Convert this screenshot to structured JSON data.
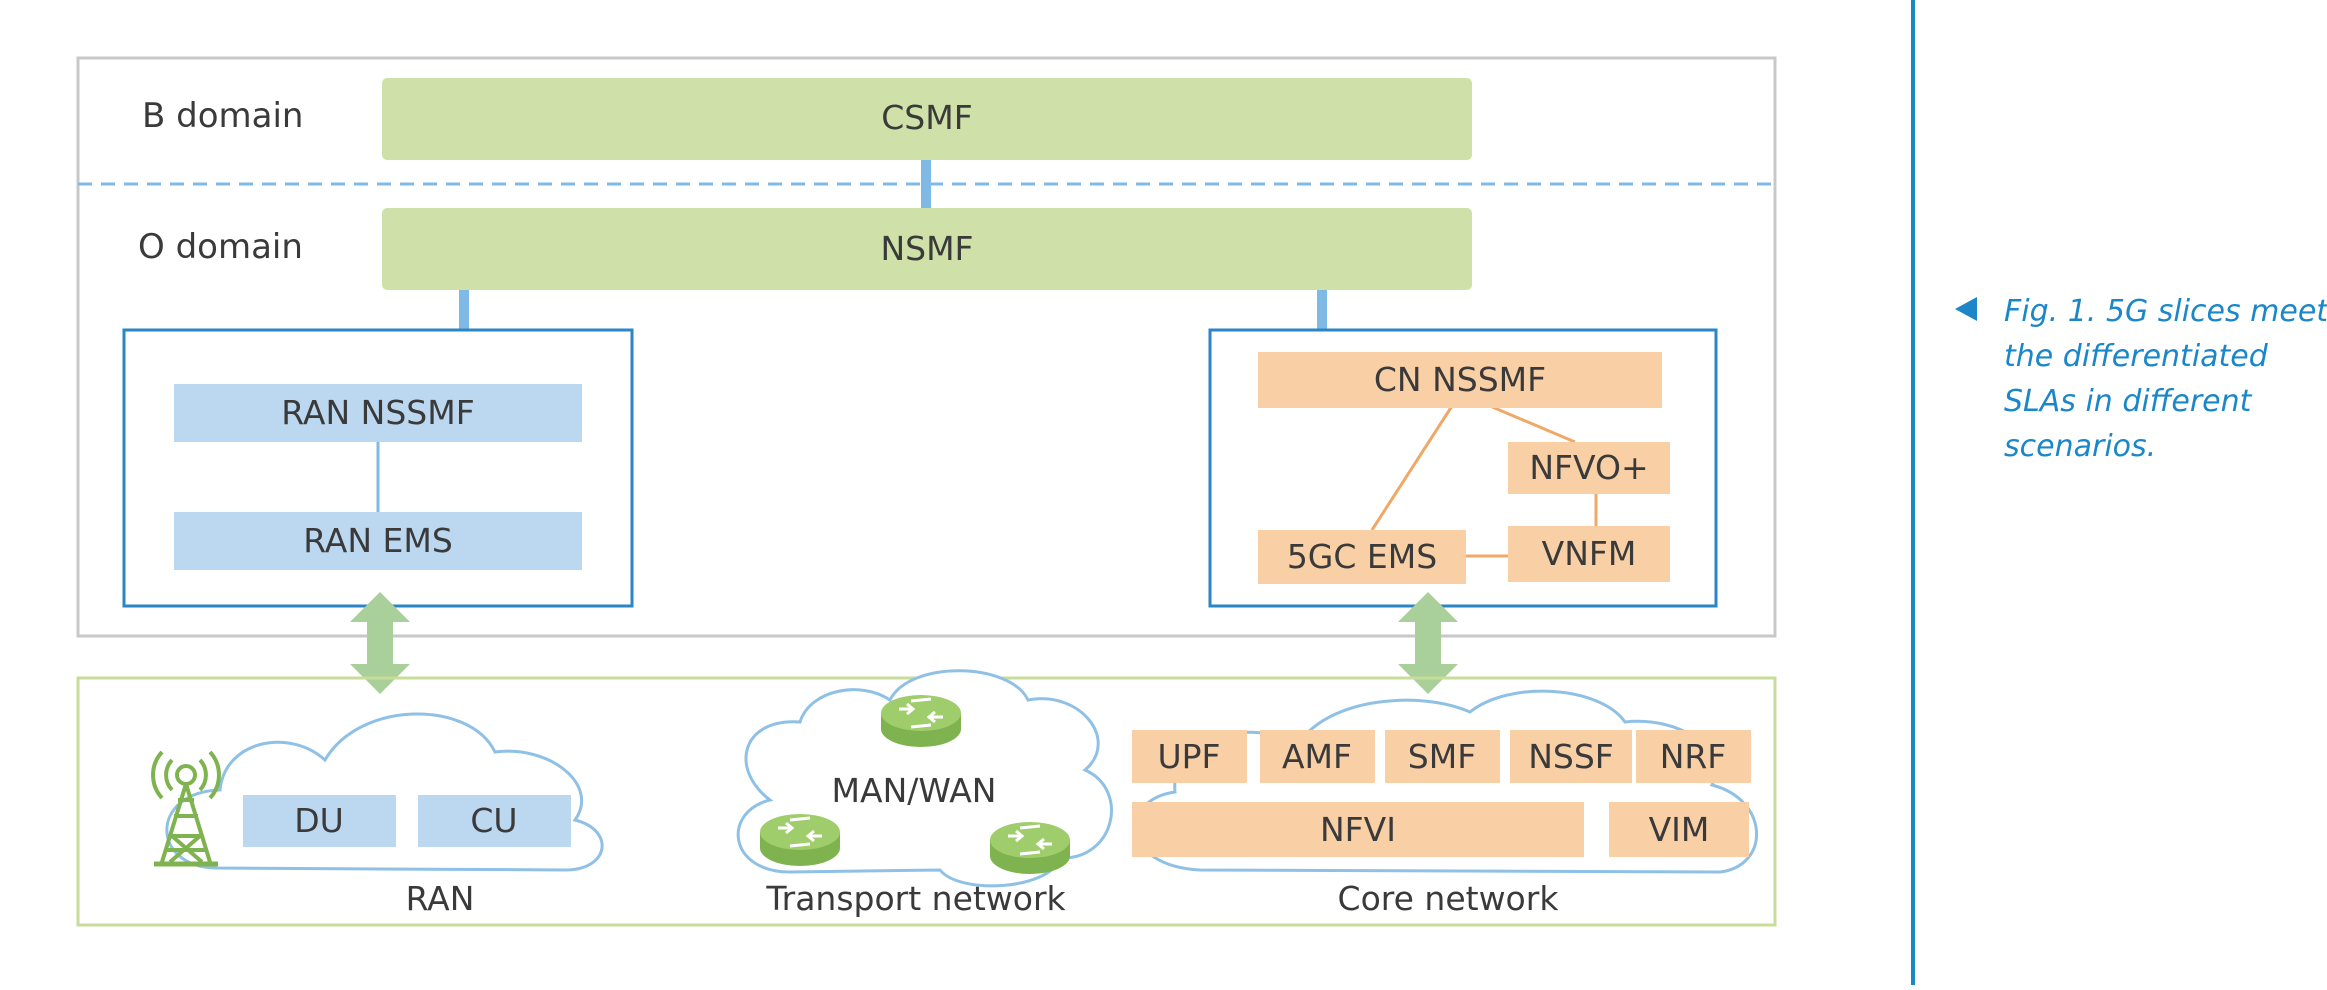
{
  "colors": {
    "green_box": "#cfe1a8",
    "blue_box": "#bcd8f1",
    "orange_box": "#f9cfa6",
    "blue_line": "#2b86c5",
    "light_blue_conn": "#7fb9e6",
    "orange_line": "#f0a867",
    "arrow_green": "#a9d09a",
    "router_green": "#8dc463",
    "caption_blue": "#1b87c8",
    "frame_gray": "#c8c8c8",
    "frame_green": "#c9dd9a"
  },
  "domains": {
    "b_domain": "B domain",
    "o_domain": "O domain"
  },
  "mgmt": {
    "csmf": "CSMF",
    "nsmf": "NSMF"
  },
  "ran_mgmt": {
    "nssmf": "RAN NSSMF",
    "ems": "RAN EMS"
  },
  "cn_mgmt": {
    "nssmf": "CN NSSMF",
    "nfvo": "NFVO+",
    "vnfm": "VNFM",
    "ems": "5GC EMS"
  },
  "ran": {
    "du": "DU",
    "cu": "CU",
    "label": "RAN"
  },
  "transport": {
    "cloud_label": "MAN/WAN",
    "label": "Transport network"
  },
  "core": {
    "nfs": [
      "UPF",
      "AMF",
      "SMF",
      "NSSF",
      "NRF"
    ],
    "nfvi": "NFVI",
    "vim": "VIM",
    "label": "Core network"
  },
  "caption": {
    "lines": [
      "Fig. 1. 5G slices meet",
      "the differentiated",
      "SLAs in different",
      "scenarios."
    ]
  }
}
